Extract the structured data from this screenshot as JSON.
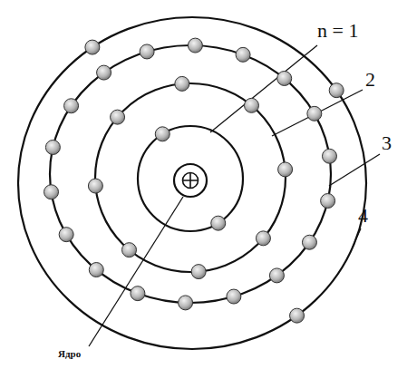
{
  "diagram": {
    "labels": [
      "n = 1",
      "2",
      "3",
      "4",
      "Ядро"
    ]
  }
}
